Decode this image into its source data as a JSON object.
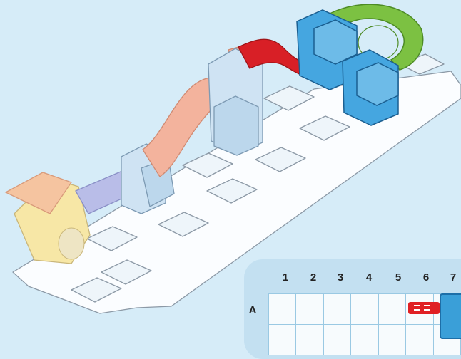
{
  "grid": {
    "columns": [
      "1",
      "2",
      "3",
      "4",
      "5",
      "6",
      "7"
    ],
    "rows": [
      "A"
    ]
  },
  "pieces": [
    {
      "name": "start-lever",
      "color": "#f7e7a6"
    },
    {
      "name": "straight-track-purple",
      "color": "#b9bde8"
    },
    {
      "name": "wave-track-salmon",
      "color": "#f3b39d"
    },
    {
      "name": "twist-track-red",
      "color": "#d81f26"
    },
    {
      "name": "half-pipe-green",
      "color": "#7cc142"
    },
    {
      "name": "tower-blue",
      "color": "#45a6e0"
    },
    {
      "name": "tower-light",
      "color": "#cfe3f3"
    }
  ]
}
